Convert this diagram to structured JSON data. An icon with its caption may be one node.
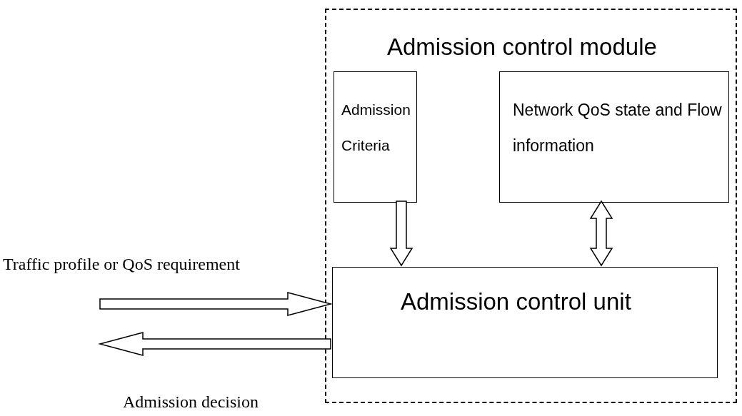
{
  "diagram": {
    "nodes": [
      {
        "text": [
          "Admission control module"
        ]
      },
      {
        "text": [
          "Admission Criteria"
        ],
        "in": 0
      },
      {
        "text": [
          "Network QoS state and Flow information"
        ],
        "in": 0
      },
      {
        "text": [
          "Admission control unit"
        ],
        "in": 0
      }
    ],
    "edges": [
      {
        "from": null,
        "to": 3,
        "arrow": "to",
        "label": "Traffic profile or QoS requirement"
      },
      {
        "from": 3,
        "to": null,
        "arrow": "to",
        "label": "Admission decision"
      },
      {
        "from": 1,
        "to": 3,
        "arrow": "to"
      },
      {
        "from": 2,
        "to": 3,
        "arrow": "both"
      }
    ]
  }
}
